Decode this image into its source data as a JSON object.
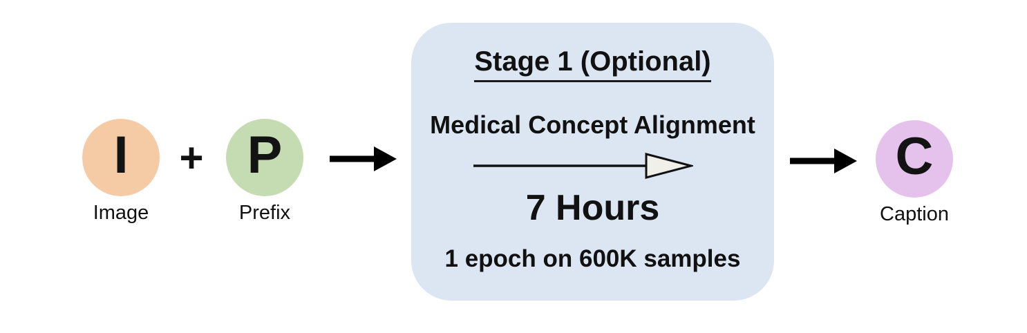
{
  "nodes": {
    "image": {
      "letter": "I",
      "label": "Image",
      "color": "#F5CBA6"
    },
    "prefix": {
      "letter": "P",
      "label": "Prefix",
      "color": "#C5DCB2"
    },
    "caption": {
      "letter": "C",
      "label": "Caption",
      "color": "#E4C2EC"
    }
  },
  "operator": {
    "symbol": "+"
  },
  "stage_box": {
    "title": "Stage 1 (Optional)",
    "subtitle": "Medical Concept Alignment",
    "duration": "7 Hours",
    "detail": "1 epoch on 600K samples",
    "bg_color": "#DCE6F3",
    "arrowhead_fill": "#F1EFEA"
  },
  "colors": {
    "text": "#111111",
    "flow_arrow": "#000000"
  }
}
